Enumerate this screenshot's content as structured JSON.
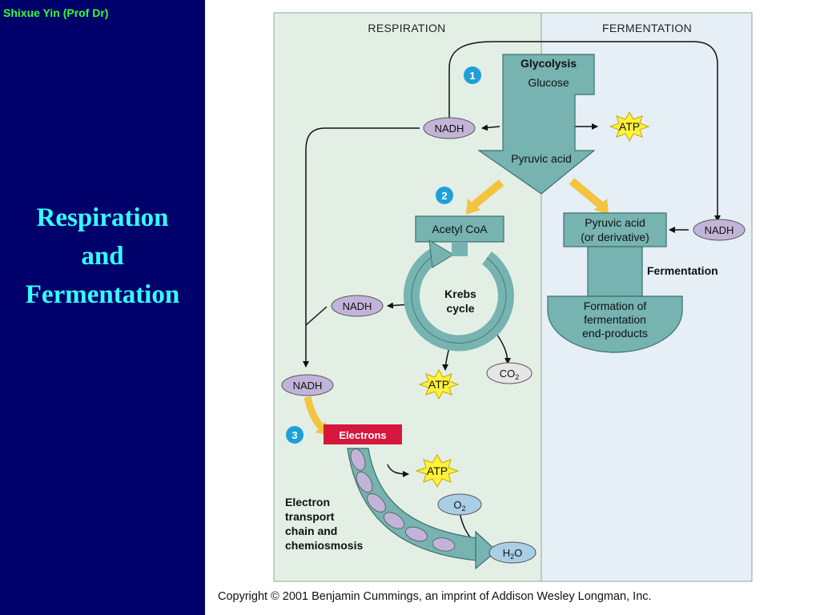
{
  "slide": {
    "author": "Shixue Yin (Prof Dr)",
    "title_lines": [
      "Respiration",
      "and",
      "Fermentation"
    ]
  },
  "diagram": {
    "panel_left_heading": "RESPIRATION",
    "panel_right_heading": "FERMENTATION",
    "glycolysis_title": "Glycolysis",
    "glycolysis_sub": "Glucose",
    "pyruvic_acid": "Pyruvic acid",
    "acetyl_coa": "Acetyl CoA",
    "krebs_line1": "Krebs",
    "krebs_line2": "cycle",
    "nadh": "NADH",
    "atp": "ATP",
    "co2": "CO",
    "co2_sub": "2",
    "o2": "O",
    "o2_sub": "2",
    "h2o_h": "H",
    "h2o_sub": "2",
    "h2o_o": "O",
    "electrons": "Electrons",
    "etc_lines": [
      "Electron",
      "transport",
      "chain and",
      "chemiosmosis"
    ],
    "pyruvic_derivative_line1": "Pyruvic acid",
    "pyruvic_derivative_line2": "(or derivative)",
    "fermentation_label": "Fermentation",
    "formation_lines": [
      "Formation of",
      "fermentation",
      "end-products"
    ],
    "step_numbers": [
      "1",
      "2",
      "3"
    ],
    "copyright": "Copyright © 2001 Benjamin Cummings, an imprint of Addison Wesley Longman, Inc."
  },
  "colors": {
    "sidebar_bg": "#00006b",
    "author_text": "#33ff33",
    "title_text": "#33ffff",
    "respiration_panel": "#e3efe5",
    "fermentation_panel": "#e6eef6",
    "teal_shape": "#76b3b1",
    "nadh_oval": "#c2b4d8",
    "atp_star": "#fff23a",
    "step_circle": "#1e9fd8",
    "electrons_box": "#d5173c",
    "arrow_orange": "#f2c440"
  }
}
